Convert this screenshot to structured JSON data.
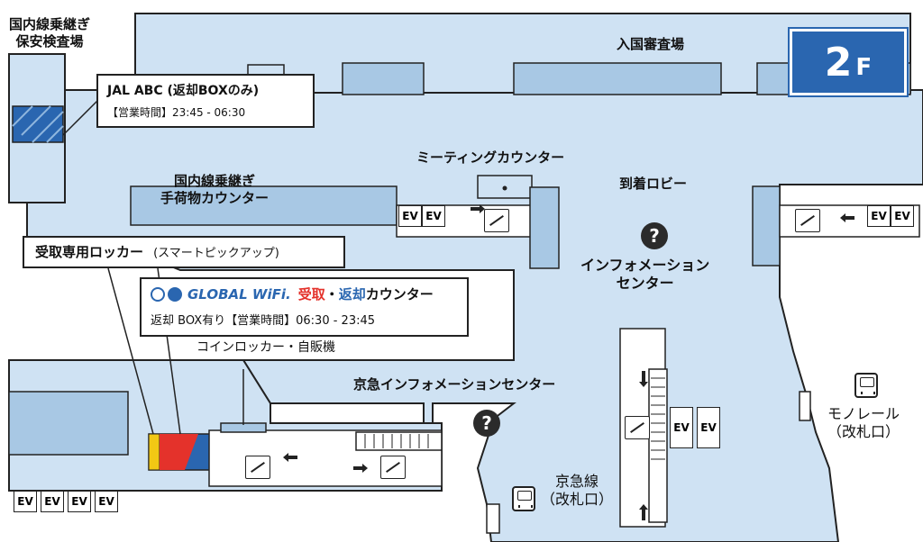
{
  "floor_badge": {
    "number": "2",
    "suffix": "F",
    "color": "#2a66b0"
  },
  "colors": {
    "floor": "#cfe2f3",
    "room": "#a8c8e4",
    "line": "#222222",
    "accent_blue": "#2a66b0",
    "red": "#e4322b",
    "yellow": "#f2c814"
  },
  "labels": {
    "domestic_security": [
      "国内線乗継ぎ",
      "保安検査場"
    ],
    "immigration": "入国審査場",
    "meeting_counter": "ミーティングカウンター",
    "arrival_lobby": "到着ロビー",
    "domestic_baggage": [
      "国内線乗継ぎ",
      "手荷物カウンター"
    ],
    "information_center": [
      "インフォメーション",
      "センター"
    ],
    "coin_locker": "コインロッカー・自販機",
    "keikyu_info": "京急インフォメーションセンター",
    "monorail": [
      "モノレール",
      "（改札口）"
    ],
    "keikyu_line": [
      "京急線",
      "（改札口）"
    ]
  },
  "callouts": {
    "jal": {
      "title": "JAL ABC (返却BOXのみ)",
      "hours": "【営業時間】23:45 - 06:30"
    },
    "locker": {
      "title": "受取専用ロッカー",
      "subtitle": "(スマートピックアップ)"
    },
    "wifi": {
      "brand": "GLOBAL WiFi.",
      "receive": "受取",
      "dot": "・",
      "return": "返却",
      "counter": "カウンター",
      "detail": "返却 BOX有り【営業時間】06:30 - 23:45"
    }
  },
  "ev_label": "EV",
  "help_glyph": "?",
  "icons": [
    "help-icon",
    "train-icon",
    "escalator-icon",
    "wifi-globe-icon",
    "arrow-icon"
  ]
}
